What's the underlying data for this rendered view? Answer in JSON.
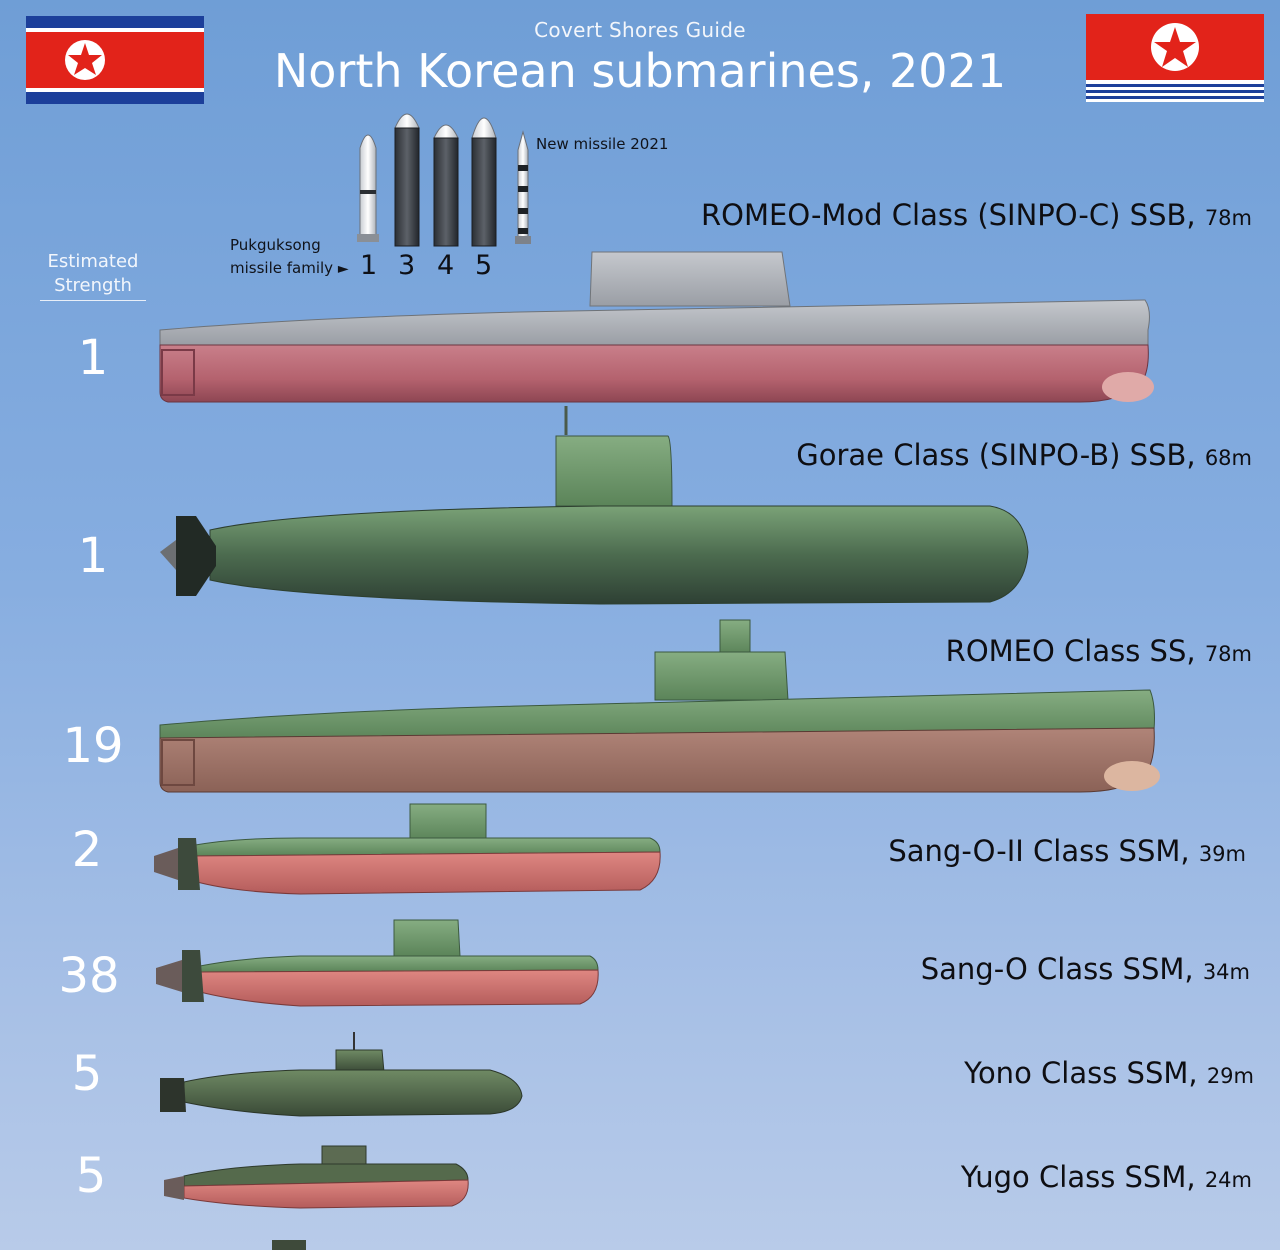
{
  "header": {
    "subtitle": "Covert Shores Guide",
    "title": "North Korean submarines, 2021"
  },
  "strength_header": {
    "line1": "Estimated",
    "line2": "Strength"
  },
  "missiles": {
    "family_label_line1": "Pukguksong",
    "family_label_line2": "missile family",
    "arrow": "►",
    "numbers": [
      "1",
      "3",
      "4",
      "5"
    ],
    "new_missile_label": "New missile 2021"
  },
  "submarines": [
    {
      "name": "ROMEO-Mod Class (SINPO-C) SSB,",
      "length": "78m",
      "strength": "1"
    },
    {
      "name": "Gorae Class (SINPO-B) SSB,",
      "length": "68m",
      "strength": "1"
    },
    {
      "name": "ROMEO Class SS,",
      "length": "78m",
      "strength": "19"
    },
    {
      "name": "Sang-O-II Class SSM,",
      "length": "39m",
      "strength": "2"
    },
    {
      "name": "Sang-O Class SSM,",
      "length": "34m",
      "strength": "38"
    },
    {
      "name": "Yono Class SSM,",
      "length": "29m",
      "strength": "5"
    },
    {
      "name": "Yugo Class SSM,",
      "length": "24m",
      "strength": "5"
    }
  ],
  "colors": {
    "flag_red": "#e2231a",
    "flag_blue": "#1c3f9a",
    "hull_red": "#b96a76",
    "hull_green": "#5f8a5e",
    "hull_grey": "#a8acb2"
  }
}
